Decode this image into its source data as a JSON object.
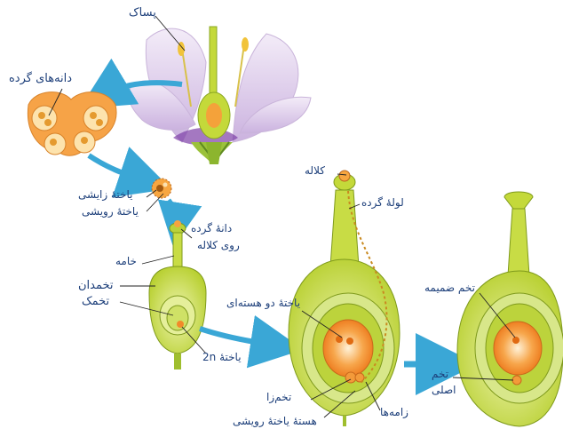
{
  "colors": {
    "label_text": "#1d3f7a",
    "ovary_green": "#b9d23a",
    "ovary_light": "#dbe98a",
    "egg_orange": "#f08a2a",
    "pollen_orange": "#f5a03c",
    "arrow_blue": "#3aa7d6",
    "petal_lilac": "#e4d5ee",
    "petal_vein": "#8a4fb0"
  },
  "labels": {
    "stamen": "پساک",
    "pollen_grains": "دانه‌های گرده",
    "generative_cell": "یاختهٔ زایشی",
    "vegetative_cell": "یاختهٔ رویشی",
    "pollen_on_stigma_1": "دانهٔ گرده",
    "pollen_on_stigma_2": "روی کلاله",
    "style": "خامه",
    "ovary": "تخمدان",
    "ovule": "تخمک",
    "cell_2n": "یاختهٔ 2n",
    "stigma": "کلاله",
    "pollen_tube": "لولهٔ گرده",
    "binucleate_cell": "یاختهٔ دو هسته‌ای",
    "egg": "تخم‌زا",
    "vegetative_nucleus": "هستهٔ یاختهٔ رویشی",
    "sperms": "زامه‌ها",
    "endosperm_zygote": "تخم ضمیمه",
    "main_zygote_1": "تخم",
    "main_zygote_2": "اصلی"
  }
}
